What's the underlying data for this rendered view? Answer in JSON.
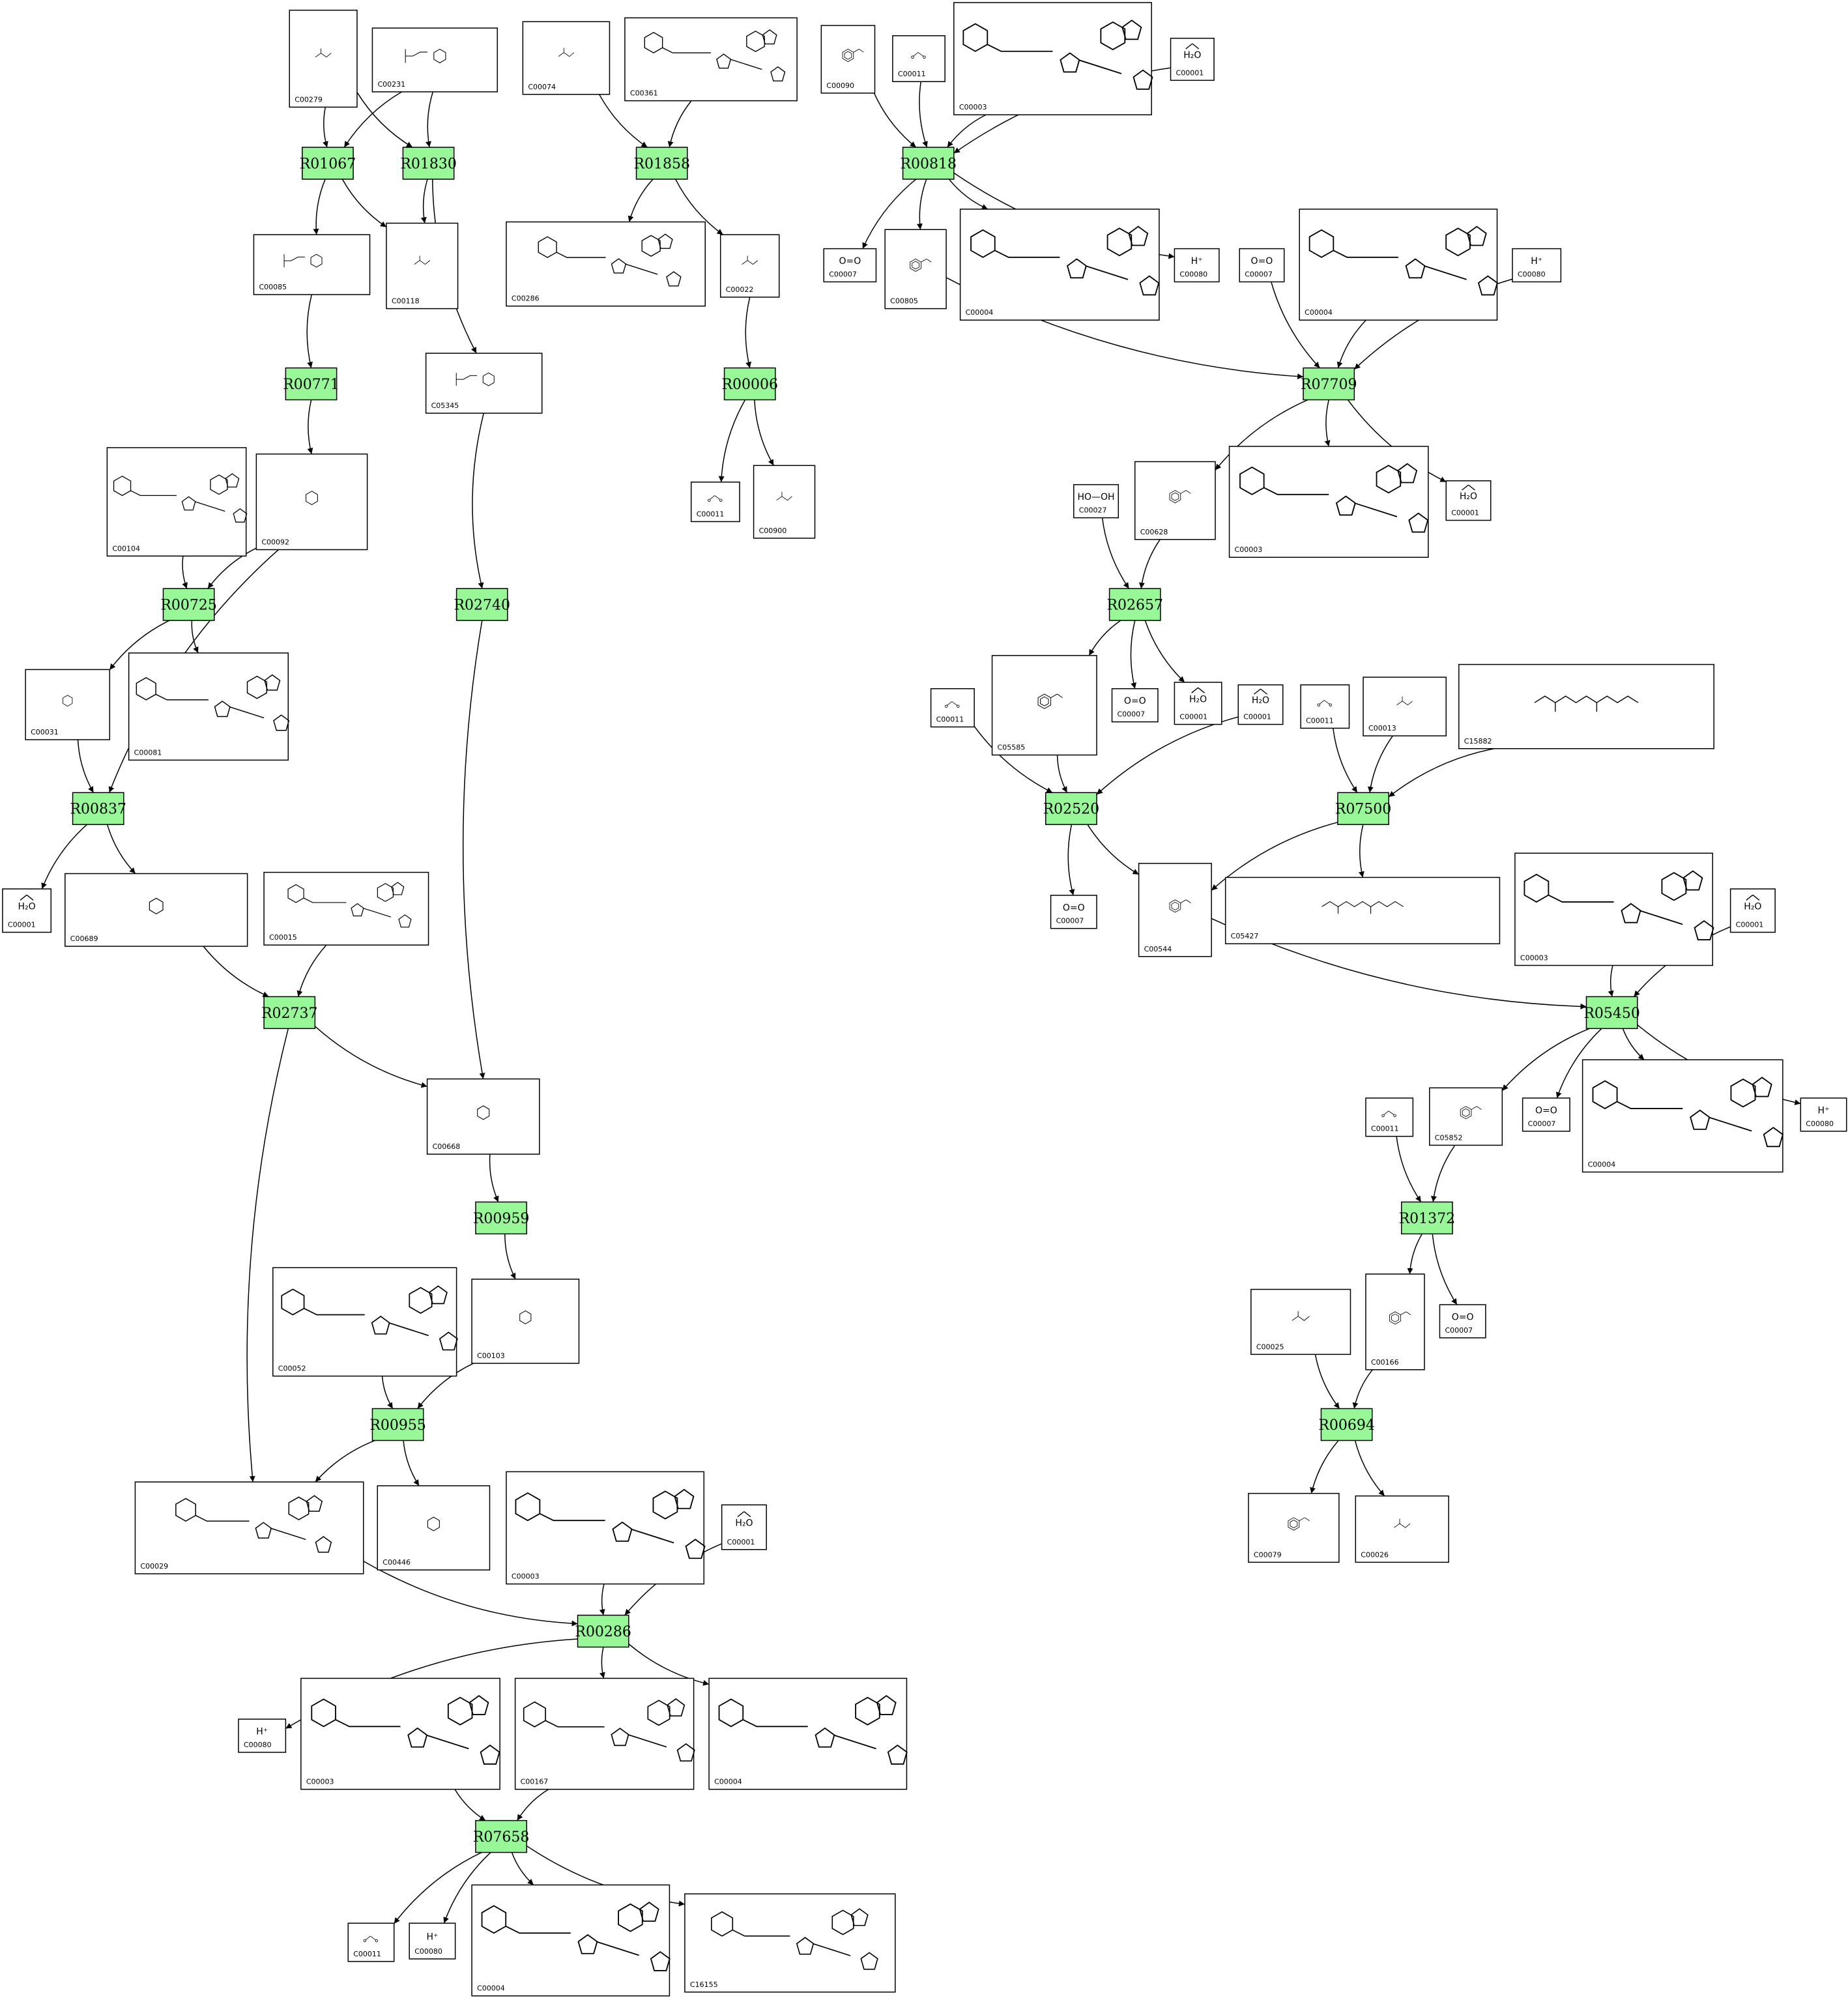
{
  "colors": {
    "reaction_fill": "#98f898",
    "compound_fill": "#ffffff",
    "line": "#000000"
  },
  "reactions": [
    {
      "key": "r01067",
      "label": "R01067"
    },
    {
      "key": "r01830",
      "label": "R01830"
    },
    {
      "key": "r01858",
      "label": "R01858"
    },
    {
      "key": "r00818",
      "label": "R00818"
    },
    {
      "key": "r00771",
      "label": "R00771"
    },
    {
      "key": "r00006",
      "label": "R00006"
    },
    {
      "key": "r07709",
      "label": "R07709"
    },
    {
      "key": "r00725",
      "label": "R00725"
    },
    {
      "key": "r02740",
      "label": "R02740"
    },
    {
      "key": "r02657",
      "label": "R02657"
    },
    {
      "key": "r00837",
      "label": "R00837"
    },
    {
      "key": "r02520",
      "label": "R02520"
    },
    {
      "key": "r07500",
      "label": "R07500"
    },
    {
      "key": "r02737",
      "label": "R02737"
    },
    {
      "key": "r05450",
      "label": "R05450"
    },
    {
      "key": "r00959",
      "label": "R00959"
    },
    {
      "key": "r01372",
      "label": "R01372"
    },
    {
      "key": "r00955",
      "label": "R00955"
    },
    {
      "key": "r00694",
      "label": "R00694"
    },
    {
      "key": "r00286",
      "label": "R00286"
    },
    {
      "key": "r07658",
      "label": "R07658"
    }
  ],
  "compounds": [
    {
      "key": "c00279",
      "id": "C00279",
      "formula": ""
    },
    {
      "key": "c00231",
      "id": "C00231",
      "formula": ""
    },
    {
      "key": "c00074",
      "id": "C00074",
      "formula": ""
    },
    {
      "key": "c00361",
      "id": "C00361",
      "formula": ""
    },
    {
      "key": "c00090",
      "id": "C00090",
      "formula": ""
    },
    {
      "key": "c00011_top",
      "id": "C00011",
      "formula": ""
    },
    {
      "key": "c00003_top",
      "id": "C00003",
      "formula": ""
    },
    {
      "key": "c00001_top",
      "id": "C00001",
      "formula": "H₂O"
    },
    {
      "key": "c00085",
      "id": "C00085",
      "formula": ""
    },
    {
      "key": "c00118",
      "id": "C00118",
      "formula": ""
    },
    {
      "key": "c00286",
      "id": "C00286",
      "formula": ""
    },
    {
      "key": "c00022",
      "id": "C00022",
      "formula": ""
    },
    {
      "key": "c00007_a",
      "id": "C00007",
      "formula": "O=O"
    },
    {
      "key": "c00805",
      "id": "C00805",
      "formula": ""
    },
    {
      "key": "c00004_a",
      "id": "C00004",
      "formula": ""
    },
    {
      "key": "c00080_a",
      "id": "C00080",
      "formula": "H⁺"
    },
    {
      "key": "c00007_b",
      "id": "C00007",
      "formula": "O=O"
    },
    {
      "key": "c00004_b",
      "id": "C00004",
      "formula": ""
    },
    {
      "key": "c00080_b",
      "id": "C00080",
      "formula": "H⁺"
    },
    {
      "key": "c05345",
      "id": "C05345",
      "formula": ""
    },
    {
      "key": "c00104",
      "id": "C00104",
      "formula": ""
    },
    {
      "key": "c00092",
      "id": "C00092",
      "formula": ""
    },
    {
      "key": "c00011_b",
      "id": "C00011",
      "formula": ""
    },
    {
      "key": "c00900",
      "id": "C00900",
      "formula": ""
    },
    {
      "key": "c00027",
      "id": "C00027",
      "formula": "HO—OH"
    },
    {
      "key": "c00628",
      "id": "C00628",
      "formula": ""
    },
    {
      "key": "c00003_b",
      "id": "C00003",
      "formula": ""
    },
    {
      "key": "c00001_b",
      "id": "C00001",
      "formula": "H₂O"
    },
    {
      "key": "c00031",
      "id": "C00031",
      "formula": ""
    },
    {
      "key": "c00081",
      "id": "C00081",
      "formula": ""
    },
    {
      "key": "c05585",
      "id": "C05585",
      "formula": ""
    },
    {
      "key": "c00007_c",
      "id": "C00007",
      "formula": "O=O"
    },
    {
      "key": "c00001_c",
      "id": "C00001",
      "formula": "H₂O"
    },
    {
      "key": "c00011_c",
      "id": "C00011",
      "formula": ""
    },
    {
      "key": "c00001_d",
      "id": "C00001",
      "formula": "H₂O"
    },
    {
      "key": "c00011_d",
      "id": "C00011",
      "formula": ""
    },
    {
      "key": "c00013",
      "id": "C00013",
      "formula": ""
    },
    {
      "key": "c15882",
      "id": "C15882",
      "formula": ""
    },
    {
      "key": "c00001_e",
      "id": "C00001",
      "formula": "H₂O"
    },
    {
      "key": "c00689",
      "id": "C00689",
      "formula": ""
    },
    {
      "key": "c00015",
      "id": "C00015",
      "formula": ""
    },
    {
      "key": "c00007_d",
      "id": "C00007",
      "formula": "O=O"
    },
    {
      "key": "c00544",
      "id": "C00544",
      "formula": ""
    },
    {
      "key": "c05427",
      "id": "C05427",
      "formula": ""
    },
    {
      "key": "c00003_c",
      "id": "C00003",
      "formula": ""
    },
    {
      "key": "c00001_f",
      "id": "C00001",
      "formula": "H₂O"
    },
    {
      "key": "c00668",
      "id": "C00668",
      "formula": ""
    },
    {
      "key": "c00011_e",
      "id": "C00011",
      "formula": ""
    },
    {
      "key": "c05852",
      "id": "C05852",
      "formula": ""
    },
    {
      "key": "c00007_e",
      "id": "C00007",
      "formula": "O=O"
    },
    {
      "key": "c00004_c",
      "id": "C00004",
      "formula": ""
    },
    {
      "key": "c00080_c",
      "id": "C00080",
      "formula": "H⁺"
    },
    {
      "key": "c00052",
      "id": "C00052",
      "formula": ""
    },
    {
      "key": "c00103",
      "id": "C00103",
      "formula": ""
    },
    {
      "key": "c00025",
      "id": "C00025",
      "formula": ""
    },
    {
      "key": "c00166",
      "id": "C00166",
      "formula": ""
    },
    {
      "key": "c00007_f",
      "id": "C00007",
      "formula": "O=O"
    },
    {
      "key": "c00029",
      "id": "C00029",
      "formula": ""
    },
    {
      "key": "c00446",
      "id": "C00446",
      "formula": ""
    },
    {
      "key": "c00003_d",
      "id": "C00003",
      "formula": ""
    },
    {
      "key": "c00001_g",
      "id": "C00001",
      "formula": "H₂O"
    },
    {
      "key": "c00079",
      "id": "C00079",
      "formula": ""
    },
    {
      "key": "c00026",
      "id": "C00026",
      "formula": ""
    },
    {
      "key": "c00080_d",
      "id": "C00080",
      "formula": "H⁺"
    },
    {
      "key": "c00003_e",
      "id": "C00003",
      "formula": ""
    },
    {
      "key": "c00167",
      "id": "C00167",
      "formula": ""
    },
    {
      "key": "c00004_d",
      "id": "C00004",
      "formula": ""
    },
    {
      "key": "c00011_f",
      "id": "C00011",
      "formula": ""
    },
    {
      "key": "c00080_e",
      "id": "C00080",
      "formula": "H⁺"
    },
    {
      "key": "c00004_e",
      "id": "C00004",
      "formula": ""
    },
    {
      "key": "c16155",
      "id": "C16155",
      "formula": ""
    }
  ],
  "edges": [
    [
      "c00279",
      "r01067"
    ],
    [
      "c00279",
      "r01830"
    ],
    [
      "c00231",
      "r01067"
    ],
    [
      "c00231",
      "r01830"
    ],
    [
      "r01067",
      "c00085"
    ],
    [
      "r01067",
      "c00118"
    ],
    [
      "r01830",
      "c00118"
    ],
    [
      "r01830",
      "c05345"
    ],
    [
      "c00074",
      "r01858"
    ],
    [
      "c00361",
      "r01858"
    ],
    [
      "r01858",
      "c00286"
    ],
    [
      "r01858",
      "c00022"
    ],
    [
      "c00090",
      "r00818"
    ],
    [
      "c00011_top",
      "r00818"
    ],
    [
      "c00003_top",
      "r00818"
    ],
    [
      "c00001_top",
      "r00818"
    ],
    [
      "r00818",
      "c00007_a"
    ],
    [
      "r00818",
      "c00805"
    ],
    [
      "r00818",
      "c00004_a"
    ],
    [
      "r00818",
      "c00080_a"
    ],
    [
      "c00085",
      "r00771"
    ],
    [
      "r00771",
      "c00092"
    ],
    [
      "c00022",
      "r00006"
    ],
    [
      "r00006",
      "c00011_b"
    ],
    [
      "r00006",
      "c00900"
    ],
    [
      "c00805",
      "r07709"
    ],
    [
      "c00007_b",
      "r07709"
    ],
    [
      "c00004_b",
      "r07709"
    ],
    [
      "c00080_b",
      "r07709"
    ],
    [
      "r07709",
      "c00628"
    ],
    [
      "r07709",
      "c00003_b"
    ],
    [
      "r07709",
      "c00001_b"
    ],
    [
      "c00104",
      "r00725"
    ],
    [
      "c00092",
      "r00725"
    ],
    [
      "r00725",
      "c00031"
    ],
    [
      "r00725",
      "c00081"
    ],
    [
      "c05345",
      "r02740"
    ],
    [
      "r02740",
      "c00668"
    ],
    [
      "c00027",
      "r02657"
    ],
    [
      "c00628",
      "r02657"
    ],
    [
      "r02657",
      "c05585"
    ],
    [
      "r02657",
      "c00007_c"
    ],
    [
      "r02657",
      "c00001_c"
    ],
    [
      "c00031",
      "r00837"
    ],
    [
      "c00092",
      "r00837"
    ],
    [
      "r00837",
      "c00001_e"
    ],
    [
      "r00837",
      "c00689"
    ],
    [
      "c00011_c",
      "r02520"
    ],
    [
      "c05585",
      "r02520"
    ],
    [
      "c00001_d",
      "r02520"
    ],
    [
      "r02520",
      "c00007_d"
    ],
    [
      "r02520",
      "c00544"
    ],
    [
      "c00011_d",
      "r07500"
    ],
    [
      "c00013",
      "r07500"
    ],
    [
      "c15882",
      "r07500"
    ],
    [
      "r07500",
      "c00544"
    ],
    [
      "r07500",
      "c05427"
    ],
    [
      "c00689",
      "r02737"
    ],
    [
      "c00015",
      "r02737"
    ],
    [
      "r02737",
      "c00668"
    ],
    [
      "r02737",
      "c00029"
    ],
    [
      "c00544",
      "r05450"
    ],
    [
      "c00003_c",
      "r05450"
    ],
    [
      "c00001_f",
      "r05450"
    ],
    [
      "r05450",
      "c05852"
    ],
    [
      "r05450",
      "c00007_e"
    ],
    [
      "r05450",
      "c00004_c"
    ],
    [
      "r05450",
      "c00080_c"
    ],
    [
      "c00668",
      "r00959"
    ],
    [
      "r00959",
      "c00103"
    ],
    [
      "c00011_e",
      "r01372"
    ],
    [
      "c05852",
      "r01372"
    ],
    [
      "r01372",
      "c00166"
    ],
    [
      "r01372",
      "c00007_f"
    ],
    [
      "c00052",
      "r00955"
    ],
    [
      "c00103",
      "r00955"
    ],
    [
      "r00955",
      "c00029"
    ],
    [
      "r00955",
      "c00446"
    ],
    [
      "c00025",
      "r00694"
    ],
    [
      "c00166",
      "r00694"
    ],
    [
      "r00694",
      "c00079"
    ],
    [
      "r00694",
      "c00026"
    ],
    [
      "c00029",
      "r00286"
    ],
    [
      "c00003_d",
      "r00286"
    ],
    [
      "c00001_g",
      "r00286"
    ],
    [
      "r00286",
      "c00080_d"
    ],
    [
      "r00286",
      "c00167"
    ],
    [
      "r00286",
      "c00004_d"
    ],
    [
      "c00003_e",
      "r07658"
    ],
    [
      "c00167",
      "r07658"
    ],
    [
      "r07658",
      "c00011_f"
    ],
    [
      "r07658",
      "c00080_e"
    ],
    [
      "r07658",
      "c00004_e"
    ],
    [
      "r07658",
      "c16155"
    ]
  ]
}
